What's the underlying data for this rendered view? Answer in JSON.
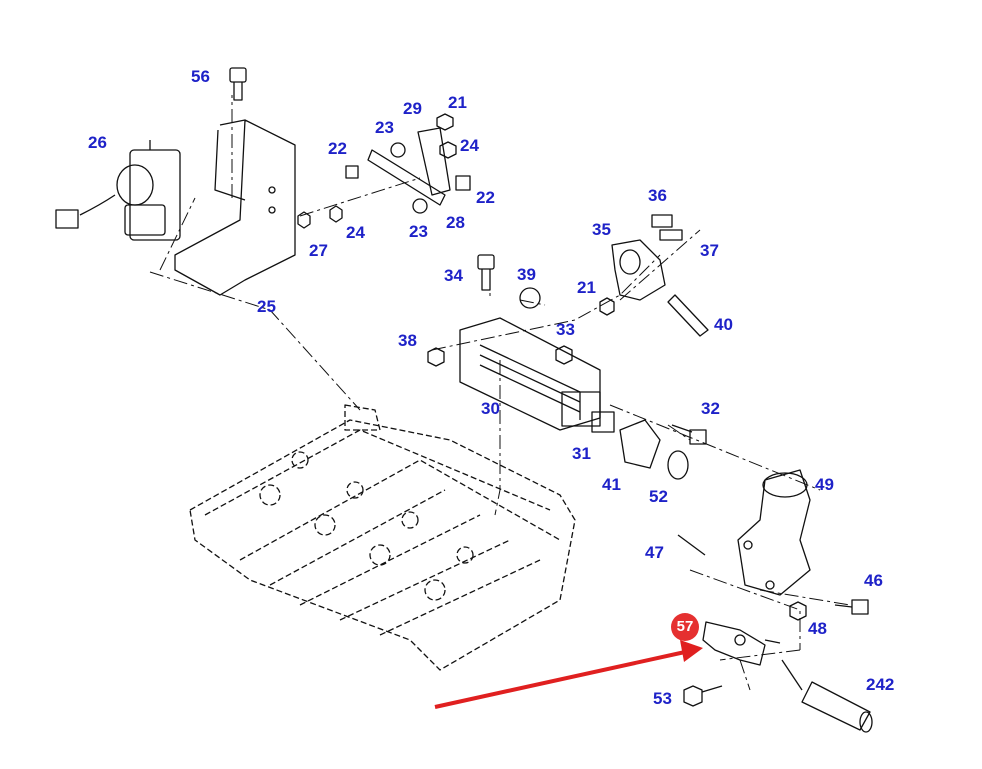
{
  "diagram": {
    "colors": {
      "label": "#1e22c8",
      "line": "#111111",
      "highlight": "#e53030",
      "arrow": "#e02020"
    },
    "highlighted_part": "57",
    "labels": [
      "56",
      "26",
      "29",
      "21",
      "23",
      "22",
      "24",
      "22",
      "27",
      "24",
      "23",
      "28",
      "25",
      "36",
      "35",
      "37",
      "34",
      "39",
      "21",
      "40",
      "38",
      "33",
      "30",
      "32",
      "31",
      "41",
      "52",
      "49",
      "47",
      "46",
      "48",
      "242",
      "53"
    ]
  }
}
